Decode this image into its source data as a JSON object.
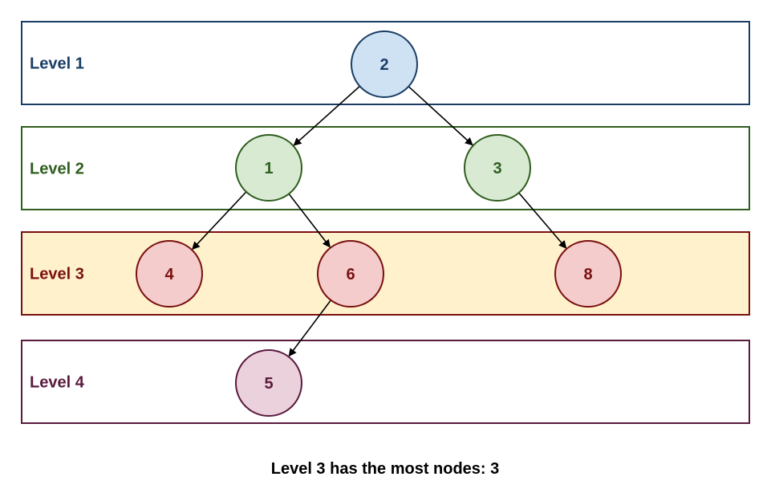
{
  "levels": [
    {
      "label": "Level 1",
      "fill": "#ffffff",
      "stroke": "#1a3d66",
      "text_color": "#1a3d66"
    },
    {
      "label": "Level 2",
      "fill": "#ffffff",
      "stroke": "#2f5e1e",
      "text_color": "#2f5e1e"
    },
    {
      "label": "Level 3",
      "fill": "#fff1cc",
      "stroke": "#7a1010",
      "text_color": "#7a1010"
    },
    {
      "label": "Level 4",
      "fill": "#ffffff",
      "stroke": "#5a1a3d",
      "text_color": "#5a1a3d"
    }
  ],
  "node_styles": [
    {
      "fill": "#cfe2f3",
      "stroke": "#1a3d66",
      "text": "#1a3d66"
    },
    {
      "fill": "#d9ead3",
      "stroke": "#2f5e1e",
      "text": "#2f5e1e"
    },
    {
      "fill": "#f4cccc",
      "stroke": "#7a1010",
      "text": "#7a1010"
    },
    {
      "fill": "#ead1dc",
      "stroke": "#5a1a3d",
      "text": "#5a1a3d"
    }
  ],
  "nodes": [
    {
      "id": "n2",
      "label": "2",
      "level": 1
    },
    {
      "id": "n1",
      "label": "1",
      "level": 2
    },
    {
      "id": "n3",
      "label": "3",
      "level": 2
    },
    {
      "id": "n4",
      "label": "4",
      "level": 3
    },
    {
      "id": "n6",
      "label": "6",
      "level": 3
    },
    {
      "id": "n8",
      "label": "8",
      "level": 3
    },
    {
      "id": "n5",
      "label": "5",
      "level": 4
    }
  ],
  "edges": [
    {
      "from": "n2",
      "to": "n1"
    },
    {
      "from": "n2",
      "to": "n3"
    },
    {
      "from": "n1",
      "to": "n4"
    },
    {
      "from": "n1",
      "to": "n6"
    },
    {
      "from": "n3",
      "to": "n8"
    },
    {
      "from": "n6",
      "to": "n5"
    }
  ],
  "caption": "Level 3 has the most nodes: 3"
}
